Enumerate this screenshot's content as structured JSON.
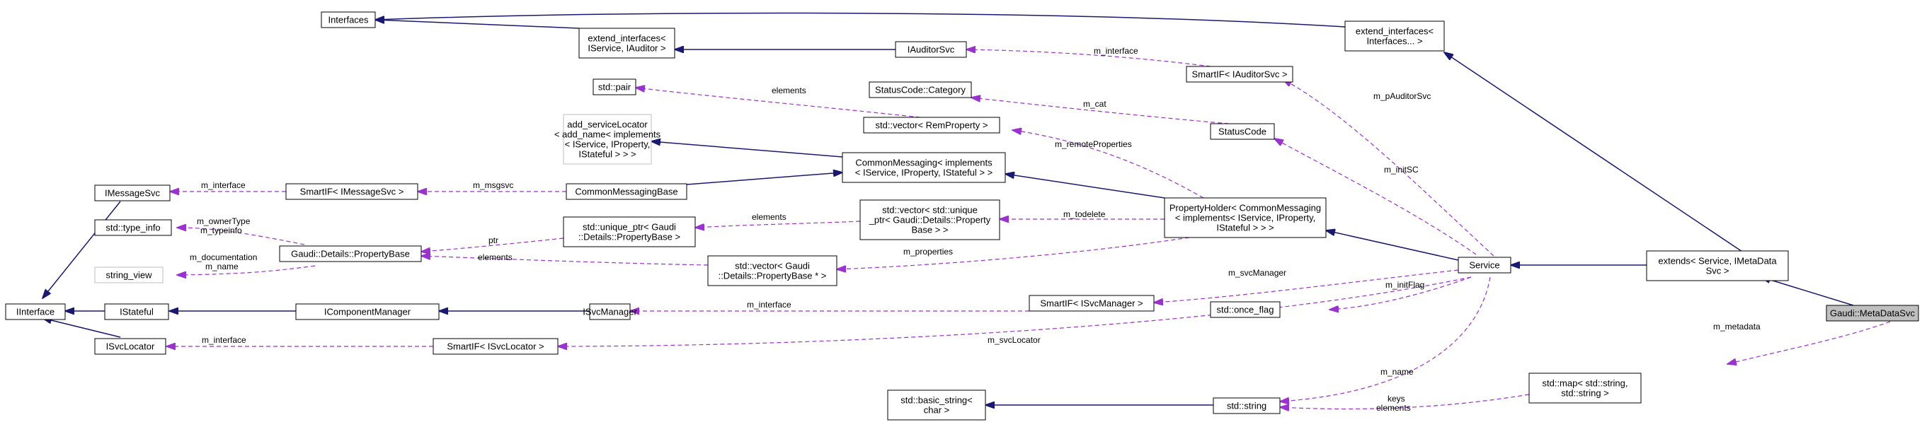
{
  "diagram": {
    "colors": {
      "inheritance": "#191970",
      "usage": "#9a32cd",
      "highlight": "#bfbfbf"
    },
    "nodes": {
      "interfaces": {
        "lines": [
          "Interfaces"
        ],
        "style": "gray"
      },
      "ext_iservice_iauditor": {
        "lines": [
          "extend_interfaces<",
          "IService, IAuditor >"
        ]
      },
      "iauditorsvc": {
        "lines": [
          "IAuditorSvc"
        ]
      },
      "ext_interfaces_dots": {
        "lines": [
          "extend_interfaces<",
          "Interfaces... >"
        ]
      },
      "smartif_iauditorsvc": {
        "lines": [
          "SmartIF< IAuditorSvc >"
        ]
      },
      "std_pair": {
        "lines": [
          "std::pair"
        ]
      },
      "statuscode_category": {
        "lines": [
          "StatusCode::Category"
        ]
      },
      "vector_remproperty": {
        "lines": [
          "std::vector< RemProperty >"
        ]
      },
      "statuscode": {
        "lines": [
          "StatusCode"
        ]
      },
      "add_servicelocator": {
        "lines": [
          "add_serviceLocator",
          "< add_name< implements",
          "< IService, IProperty,",
          "IStateful > > >"
        ],
        "style": "gray"
      },
      "commonmessaging": {
        "lines": [
          "CommonMessaging< implements",
          "< IService, IProperty, IStateful > >"
        ]
      },
      "imessagesvc": {
        "lines": [
          "IMessageSvc"
        ]
      },
      "smartif_imessagesvc": {
        "lines": [
          "SmartIF< IMessageSvc >"
        ]
      },
      "commonmessagingbase": {
        "lines": [
          "CommonMessagingBase"
        ]
      },
      "propertyholder": {
        "lines": [
          "PropertyHolder< CommonMessaging",
          "< implements< IService, IProperty,",
          "IStateful > > >"
        ]
      },
      "std_type_info": {
        "lines": [
          "std::type_info"
        ]
      },
      "unique_ptr_propbase": {
        "lines": [
          "std::unique_ptr< Gaudi",
          "::Details::PropertyBase >"
        ]
      },
      "vector_unique_ptr": {
        "lines": [
          "std::vector< std::unique",
          "_ptr< Gaudi::Details::Property",
          "Base > >"
        ]
      },
      "propertybase": {
        "lines": [
          "Gaudi::Details::PropertyBase"
        ]
      },
      "string_view": {
        "lines": [
          "string_view"
        ],
        "style": "gray"
      },
      "vector_propbase_ptr": {
        "lines": [
          "std::vector< Gaudi",
          "::Details::PropertyBase * >"
        ]
      },
      "service": {
        "lines": [
          "Service"
        ]
      },
      "extends_service": {
        "lines": [
          "extends< Service, IMetaData",
          "Svc >"
        ]
      },
      "iinterface": {
        "lines": [
          "IInterface"
        ]
      },
      "istateful": {
        "lines": [
          "IStateful"
        ]
      },
      "icomponentmanager": {
        "lines": [
          "IComponentManager"
        ]
      },
      "isvcmanager": {
        "lines": [
          "ISvcManager"
        ]
      },
      "smartif_isvcmanager": {
        "lines": [
          "SmartIF< ISvcManager >"
        ]
      },
      "std_once_flag": {
        "lines": [
          "std::once_flag"
        ]
      },
      "gaudi_metadatasvc": {
        "lines": [
          "Gaudi::MetaDataSvc"
        ],
        "style": "highlight"
      },
      "isvclocator": {
        "lines": [
          "ISvcLocator"
        ]
      },
      "smartif_isvclocator": {
        "lines": [
          "SmartIF< ISvcLocator >"
        ]
      },
      "std_map": {
        "lines": [
          "std::map< std::string,",
          "std::string >"
        ]
      },
      "basic_string": {
        "lines": [
          "std::basic_string<",
          "char >"
        ]
      },
      "std_string": {
        "lines": [
          "std::string"
        ]
      }
    },
    "edge_labels": {
      "m_interface_auditor": "m_interface",
      "m_pauditorsvc": "m_pAuditorSvc",
      "elements_pair": "elements",
      "m_cat": "m_cat",
      "m_remoteproperties": "m_remoteProperties",
      "m_initsc": "m_initSC",
      "m_interface_msg": "m_interface",
      "m_msgsvc": "m_msgsvc",
      "m_ownertype": "m_ownerType",
      "m_typeinfo": "m_typeinfo",
      "ptr": "ptr",
      "elements_uptr": "elements",
      "m_todelete": "m_todelete",
      "m_documentation": "m_documentation",
      "m_name_pb": "m_name",
      "elements_pb": "elements",
      "m_properties": "m_properties",
      "m_svcmanager": "m_svcManager",
      "m_initflag": "m_initFlag",
      "m_interface_svcmgr": "m_interface",
      "m_interface_loc": "m_interface",
      "m_svclocator": "m_svcLocator",
      "m_metadata": "m_metadata",
      "m_name_svc": "m_name",
      "keys": "keys",
      "elements_map": "elements"
    }
  }
}
